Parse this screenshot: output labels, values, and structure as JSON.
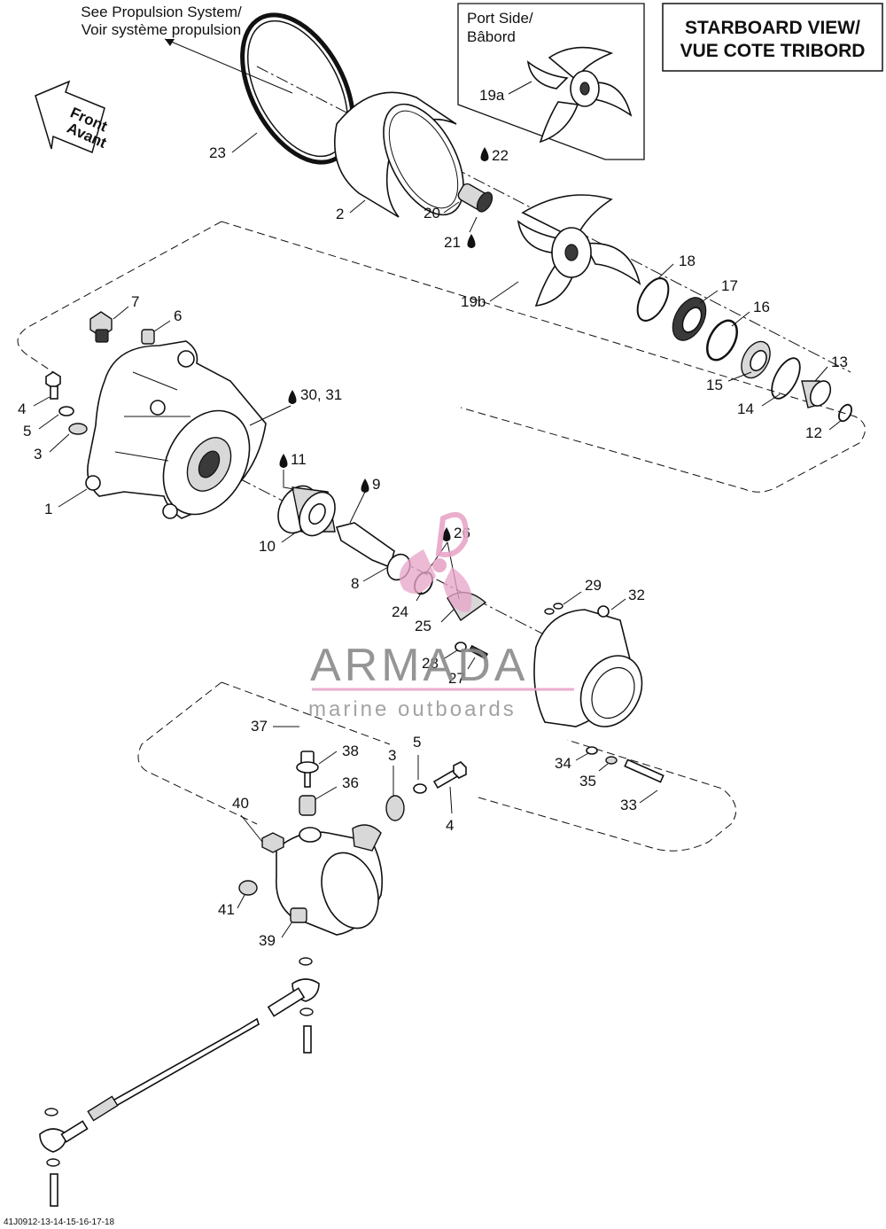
{
  "headers": {
    "starboard_line1": "STARBOARD VIEW/",
    "starboard_line2": "VUE COTE TRIBORD",
    "port_line1": "Port Side/",
    "port_line2": "Bâbord"
  },
  "notes": {
    "propulsion_line1": "See Propulsion System/",
    "propulsion_line2": "Voir système propulsion",
    "front_line1": "Front",
    "front_line2": "Avant"
  },
  "labels": {
    "p1": "1",
    "p2": "2",
    "p3a": "3",
    "p3b": "3",
    "p4a": "4",
    "p4b": "4",
    "p5a": "5",
    "p5b": "5",
    "p6": "6",
    "p7": "7",
    "p8": "8",
    "p9": "9",
    "p10": "10",
    "p11": "11",
    "p12": "12",
    "p13": "13",
    "p14": "14",
    "p15": "15",
    "p16": "16",
    "p17": "17",
    "p18": "18",
    "p19a": "19a",
    "p19b": "19b",
    "p20": "20",
    "p21": "21",
    "p22": "22",
    "p23": "23",
    "p24": "24",
    "p25": "25",
    "p26": "26",
    "p27": "27",
    "p28": "28",
    "p29": "29",
    "p30_31": "30, 31",
    "p32": "32",
    "p33": "33",
    "p34": "34",
    "p35": "35",
    "p36": "36",
    "p37": "37",
    "p38": "38",
    "p39": "39",
    "p40": "40",
    "p41": "41"
  },
  "watermark": {
    "brand": "ARMADA",
    "tagline": "marine outboards"
  },
  "footer": {
    "code": "41J0912-13-14-15-16-17-18"
  },
  "colors": {
    "ink": "#111111",
    "watermark_pink": "#e8a6c8",
    "watermark_grey": "#8a8a8a"
  }
}
